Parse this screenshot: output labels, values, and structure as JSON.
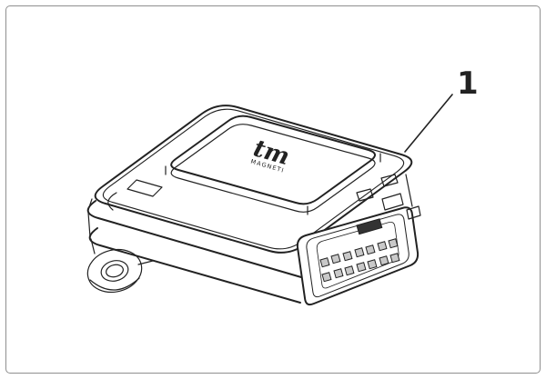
{
  "figure": {
    "callout": {
      "label": "1"
    },
    "logo": {
      "main": "tm",
      "sub": "MAGNETI"
    },
    "colors": {
      "line": "#222222",
      "frame": "#8f8f8f",
      "background": "#ffffff",
      "pin-fill": "#c9c9c9",
      "slot-fill": "#333333"
    }
  }
}
